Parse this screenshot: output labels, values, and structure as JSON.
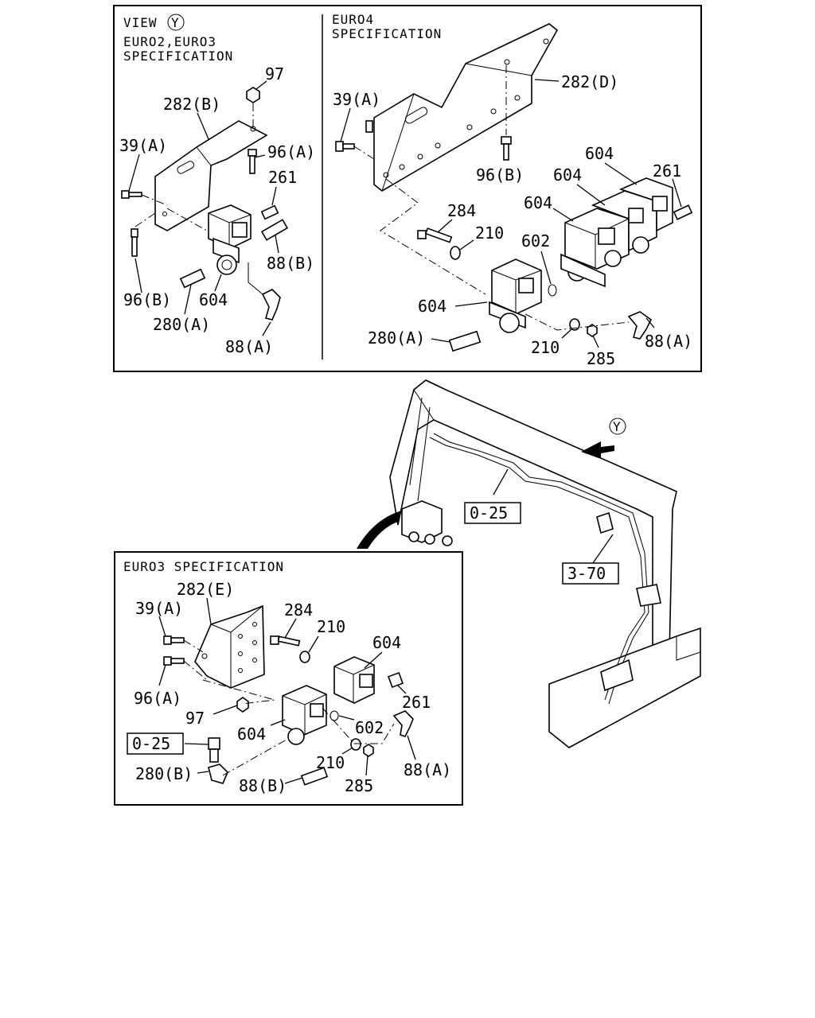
{
  "panel_top": {
    "view_label": "VIEW",
    "view_marker": "Y",
    "left_spec_line1": "EURO2,EURO3",
    "left_spec_line2": "SPECIFICATION",
    "right_spec_line1": "EURO4",
    "right_spec_line2": "SPECIFICATION",
    "left_callouts": {
      "c97": "97",
      "c282b": "282(B)",
      "c39a": "39(A)",
      "c96a": "96(A)",
      "c261": "261",
      "c88b": "88(B)",
      "c96b": "96(B)",
      "c604": "604",
      "c280a": "280(A)",
      "c88a": "88(A)"
    },
    "right_callouts": {
      "c39a": "39(A)",
      "c282d": "282(D)",
      "c96b": "96(B)",
      "c604a": "604",
      "c604b": "604",
      "c604c": "604",
      "c261": "261",
      "c284": "284",
      "c210a": "210",
      "c602": "602",
      "c604d": "604",
      "c280a": "280(A)",
      "c210b": "210",
      "c285": "285",
      "c88a": "88(A)"
    }
  },
  "vehicle": {
    "view_marker": "Y",
    "ref_box_1": "0-25",
    "ref_box_2": "3-70"
  },
  "panel_bottom": {
    "spec_label": "EURO3 SPECIFICATION",
    "callouts": {
      "c282e": "282(E)",
      "c39a": "39(A)",
      "c284": "284",
      "c210a": "210",
      "c604a": "604",
      "c96a": "96(A)",
      "c261": "261",
      "c97": "97",
      "c604b": "604",
      "c602": "602",
      "c025": "0-25",
      "c210b": "210",
      "c88a": "88(A)",
      "c280b": "280(B)",
      "c88b": "88(B)",
      "c285": "285"
    }
  }
}
